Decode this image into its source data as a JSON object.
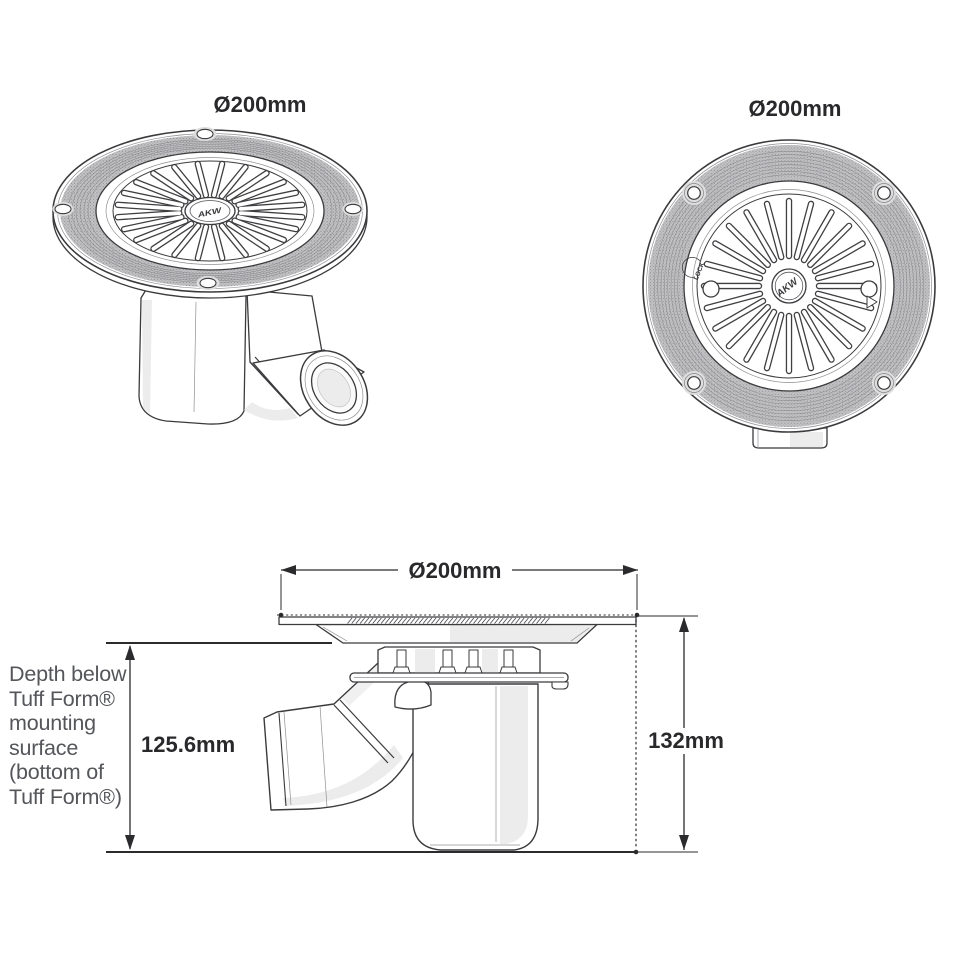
{
  "page": {
    "background": "#ffffff",
    "ink_color": "#3b3b3e",
    "band_gray": "#c2c2c4",
    "note_color": "#54565a"
  },
  "views": {
    "top_left": {
      "name": "perspective view of gravity waste",
      "label": "Ø200mm",
      "logo": "AKW"
    },
    "top_right": {
      "name": "plan view of gravity waste",
      "label": "Ø200mm",
      "logo": "AKW",
      "lock_label": "LOCK"
    },
    "side": {
      "name": "side elevation with dimensions",
      "width_label": "Ø200mm",
      "depth_left_label": "125.6mm",
      "depth_right_label": "132mm",
      "note_lines": [
        "Depth below",
        "Tuff Form®",
        "mounting",
        "surface",
        "(bottom of",
        "Tuff Form®)"
      ]
    }
  }
}
